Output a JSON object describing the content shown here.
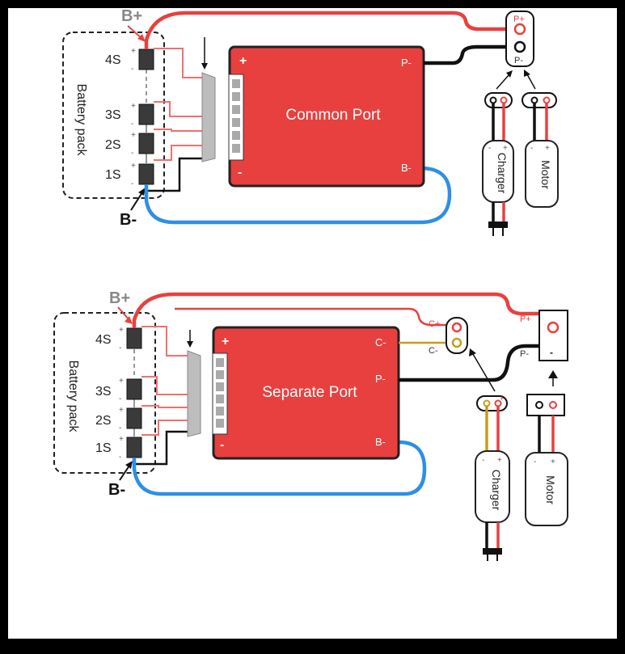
{
  "common": {
    "b_plus": "B+",
    "b_minus": "B-",
    "battery_pack": "Battery pack",
    "cells": [
      "4S",
      "3S",
      "2S",
      "1S"
    ],
    "board_title": "Common Port",
    "board_plus": "+",
    "board_minus": "-",
    "p_minus": "P-",
    "b_minus_port": "B-",
    "port_p_plus": "P+",
    "port_p_minus": "P-",
    "charger": "Charger",
    "motor": "Motor",
    "plus": "+",
    "minus": "-"
  },
  "separate": {
    "b_plus": "B+",
    "b_minus": "B-",
    "battery_pack": "Battery pack",
    "cells": [
      "4S",
      "3S",
      "2S",
      "1S"
    ],
    "board_title": "Separate Port",
    "board_plus": "+",
    "board_minus": "-",
    "c_minus": "C-",
    "p_minus": "P-",
    "b_minus_port": "B-",
    "port_c_plus": "C+",
    "port_c_minus": "C-",
    "port_p_plus": "P+",
    "port_p_minus": "P-",
    "charger": "Charger",
    "motor": "Motor",
    "plus": "+",
    "minus": "-"
  },
  "colors": {
    "frame": "#000000",
    "background": "#ffffff",
    "board": "#e8403f",
    "positive_wire": "#e8403f",
    "negative_wire": "#111111",
    "b_minus_wire": "#2e8fe6",
    "charge_wire": "#c89b1e"
  }
}
